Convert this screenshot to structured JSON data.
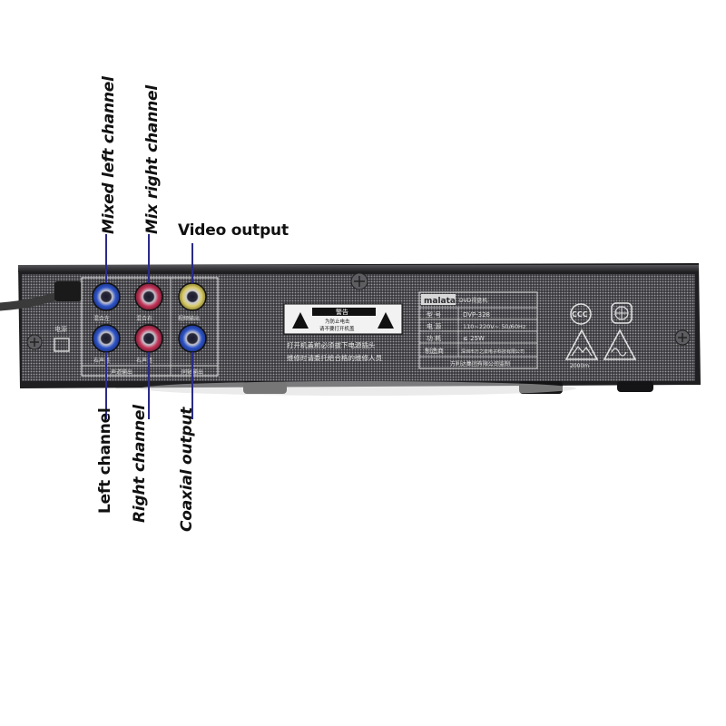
{
  "callouts": {
    "mixed_left": "Mixed left channel",
    "mix_right": "Mix right channel",
    "video_output": "Video output",
    "left_channel": "Left channel",
    "right_channel": "Right channel",
    "coaxial_output": "Coaxial output"
  },
  "device": {
    "brand": "malata",
    "model": "DVP-328",
    "product_type": "DVD视盘机",
    "rows": [
      {
        "label": "型 号",
        "value": "DVP-328"
      },
      {
        "label": "电 源",
        "value": "110~220V~ 50/60Hz"
      },
      {
        "label": "功 耗",
        "value": "≤ 25W"
      },
      {
        "label": "制造商",
        "value": "深圳市万之泉电子科技有限公司"
      }
    ],
    "footer": "万利达集团有限公司监制",
    "warning_title": "警告",
    "warning_sub1": "为防止电击",
    "warning_sub2": "请不要打开机盖",
    "warning_line1": "打开机盖前必须拔下电源插头",
    "warning_line2": "维修时请委托给合格的维修人员",
    "power_label": "电源",
    "jack_labels": [
      "混合左",
      "混合右",
      "视频输出",
      "右声道",
      "右声道"
    ],
    "group_left": "声道输出",
    "group_right": "同轴输出",
    "cert_ccc": "CCC",
    "cert_2000": "2000m"
  },
  "colors": {
    "chassis": "#2b2b2e",
    "blue_jack": "#2f55c8",
    "red_jack": "#c4365a",
    "yellow_jack": "#d9cc6a",
    "callout_line": "#2a2a8a"
  }
}
